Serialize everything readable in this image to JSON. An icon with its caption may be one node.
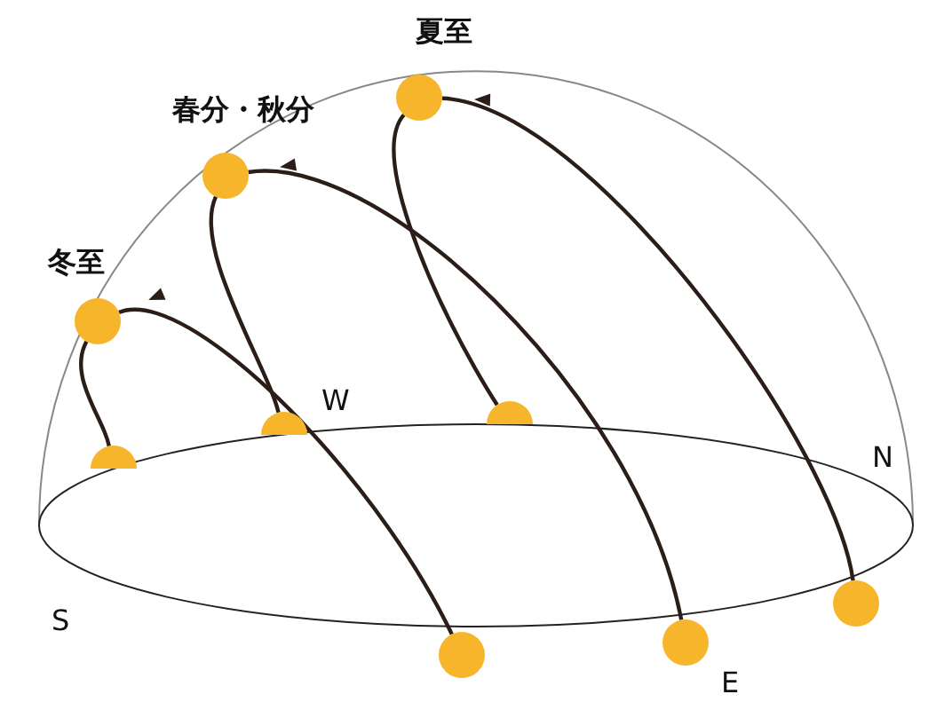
{
  "diagram": {
    "nodes": [
      {
        "text": [],
        "shape": "circle",
        "beside": [
          "夏至"
        ]
      },
      {
        "text": [],
        "shape": "circle",
        "beside": [
          "春分・秋分"
        ]
      },
      {
        "text": [],
        "shape": "circle",
        "beside": [
          "冬至"
        ]
      },
      {
        "text": [],
        "shape": "circle"
      },
      {
        "text": [],
        "shape": "circle"
      },
      {
        "text": [],
        "shape": "circle"
      },
      {
        "text": [],
        "shape": "circle"
      },
      {
        "text": [],
        "shape": "circle"
      },
      {
        "text": [],
        "shape": "circle"
      }
    ],
    "edges": [
      {
        "from": 6,
        "to": 0,
        "arrow": "to"
      },
      {
        "from": 0,
        "to": 5,
        "arrow": "none"
      },
      {
        "from": 7,
        "to": 1,
        "arrow": "to"
      },
      {
        "from": 1,
        "to": 4,
        "arrow": "none"
      },
      {
        "from": 8,
        "to": 2,
        "arrow": "to"
      },
      {
        "from": 2,
        "to": 3,
        "arrow": "none"
      }
    ],
    "labels": [
      "W",
      "N",
      "S",
      "E"
    ]
  }
}
